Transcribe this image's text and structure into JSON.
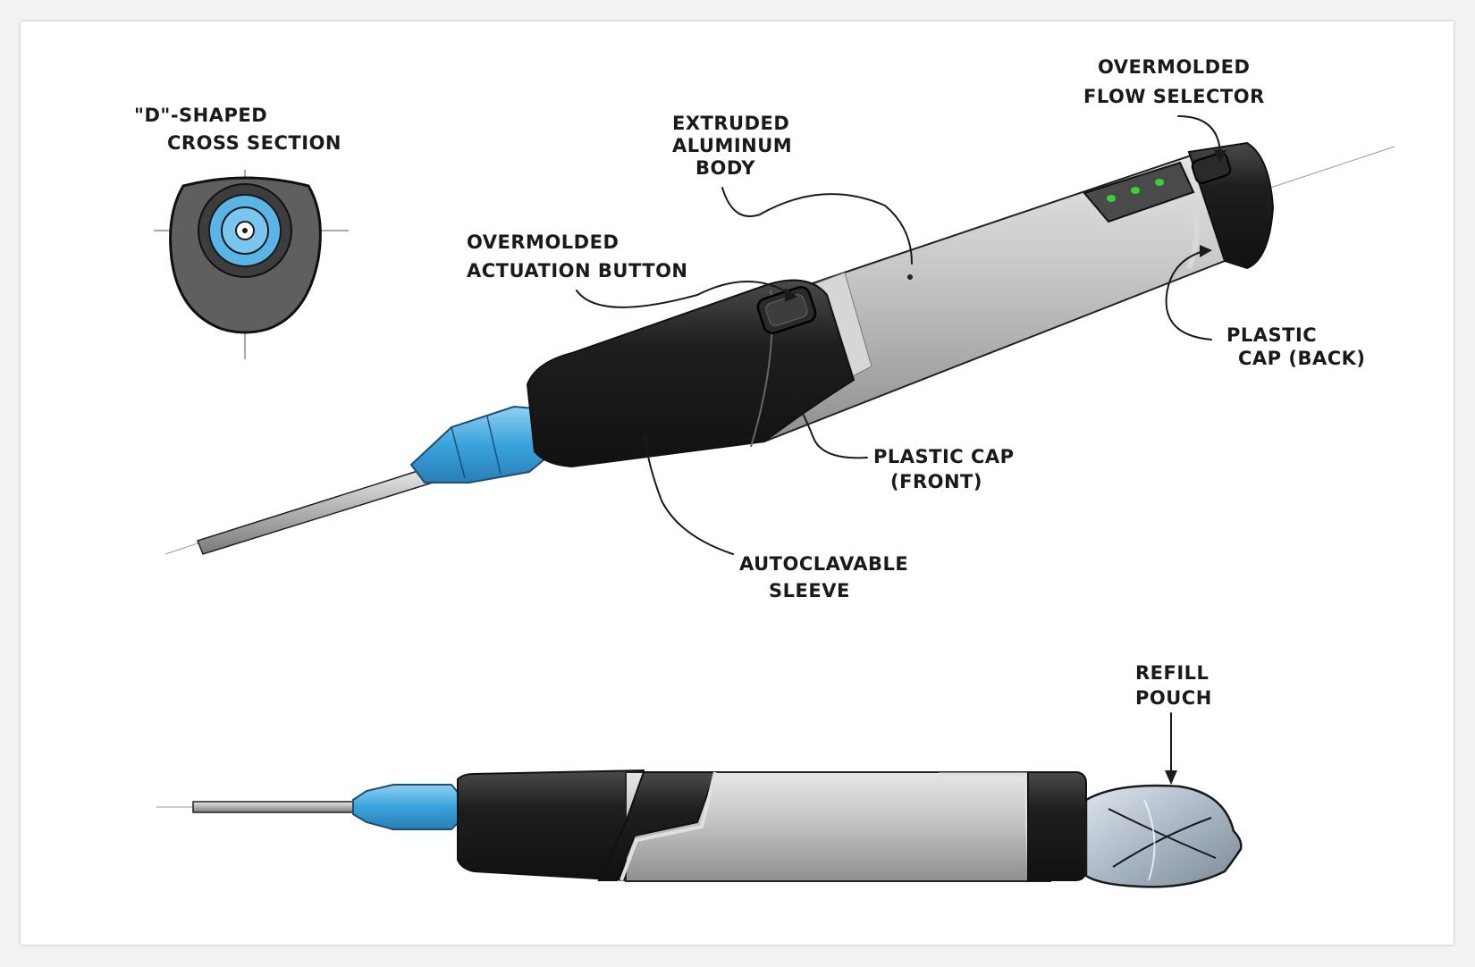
{
  "labels": {
    "d_shaped_l1": "\"D\"-SHAPED",
    "d_shaped_l2": "CROSS SECTION",
    "extruded_l1": "EXTRUDED",
    "extruded_l2": "ALUMINUM",
    "extruded_l3": "BODY",
    "flow_l1": "OVERMOLDED",
    "flow_l2": "FLOW SELECTOR",
    "actuation_l1": "OVERMOLDED",
    "actuation_l2": "ACTUATION BUTTON",
    "cap_back_l1": "PLASTIC",
    "cap_back_l2": "CAP (BACK)",
    "cap_front_l1": "PLASTIC CAP",
    "cap_front_l2": "(FRONT)",
    "sleeve_l1": "AUTOCLAVABLE",
    "sleeve_l2": "SLEEVE",
    "refill_l1": "REFILL",
    "refill_l2": "POUCH"
  },
  "colors": {
    "needle_hub": "#5ab4e6",
    "body_black": "#1c1c1c",
    "aluminum": "#bfbfbf",
    "indicator_led": "#3ccf3c"
  }
}
